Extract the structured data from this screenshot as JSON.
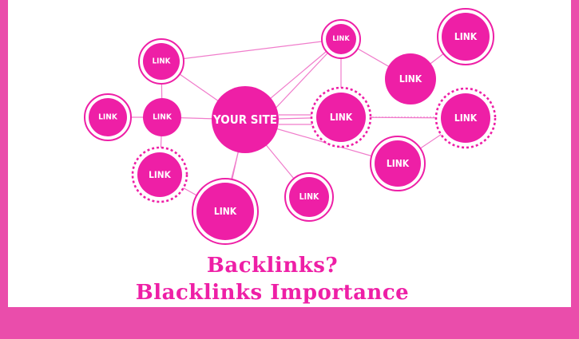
{
  "colors": {
    "border": "#ea4dab",
    "node_fill": "#ee1fa6",
    "edge": "#f07ccb",
    "title": "#ee1fa6",
    "label": "#ffffff"
  },
  "center_node": {
    "label": "YOUR SITE"
  },
  "link_label": "LINK",
  "title": {
    "line1": "Backlinks?",
    "line2": "Blacklinks Importance"
  }
}
